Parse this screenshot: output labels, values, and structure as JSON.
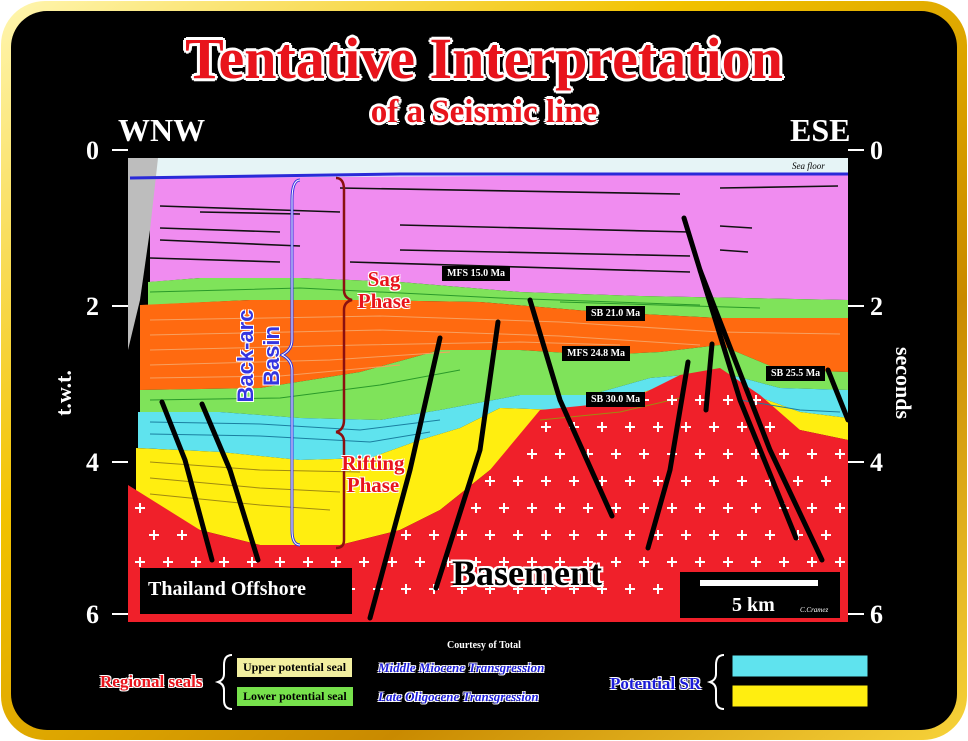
{
  "title": "Tentative Interpretation",
  "subtitle": "of a Seismic line",
  "direction_left": "WNW",
  "direction_right": "ESE",
  "axis_left_label": "t.w.t.",
  "axis_right_label": "seconds",
  "axis_ticks": [
    "0",
    "2",
    "4",
    "6"
  ],
  "sea_floor_label": "Sea floor",
  "horizon_labels": {
    "mfs15": "MFS 15.0 Ma",
    "sb21": "SB 21.0 Ma",
    "mfs248": "MFS 24.8 Ma",
    "sb30": "SB 30.0 Ma",
    "sb255": "SB 25.5 Ma"
  },
  "basin_label": "Back-arc Basin",
  "sag_phase": [
    "Sag",
    "Phase"
  ],
  "rifting_phase": [
    "Rifting",
    "Phase"
  ],
  "basement_label": "Basement",
  "location_label": "Thailand Offshore",
  "scale_label": "5 km",
  "author_label": "C.Cramez",
  "courtesy": "Courtesy of Total",
  "legend": {
    "regional_seals": "Regional seals",
    "upper_seal": "Upper potential seal",
    "lower_seal": "Lower potential seal",
    "upper_desc": "Middle Miocene Transgression",
    "lower_desc": "Late Oligocene Transgression",
    "potential_sr": "Potential SR"
  },
  "colors": {
    "frame_gold": "#f2c200",
    "background": "#000000",
    "sea": "#e6f4f6",
    "pink": "#f08cf0",
    "green": "#7fe35a",
    "orange": "#ff6a10",
    "cyan": "#5fe3ee",
    "yellow": "#ffee10",
    "basement": "#f0202a",
    "title_red": "#e8141c",
    "upper_seal_fill": "#f2efa0",
    "lower_seal_fill": "#77e14c",
    "sr_cyan": "#5fe3ee",
    "sr_yellow": "#ffee10"
  }
}
